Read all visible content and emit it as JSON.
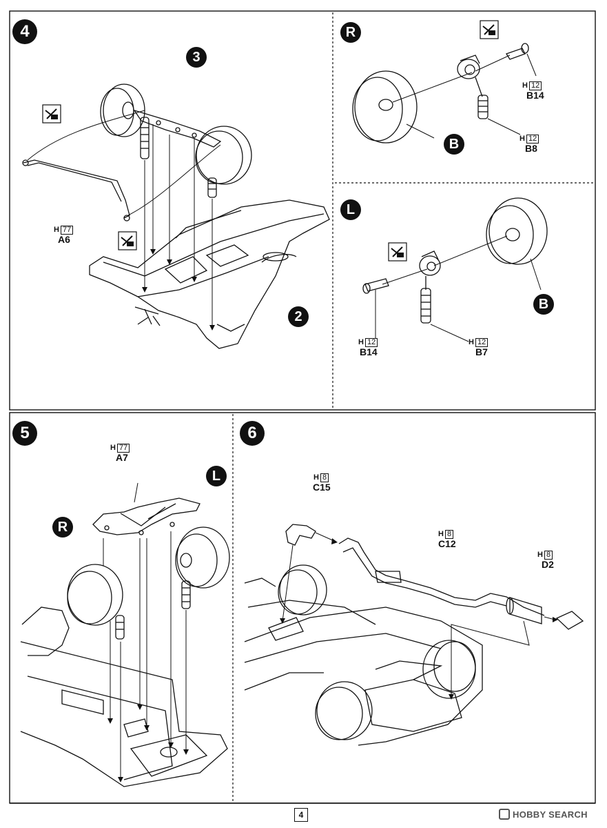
{
  "steps": {
    "s4": {
      "number": "4",
      "callouts": [
        "3",
        "2"
      ],
      "parts": [
        {
          "h": "H",
          "code": "77",
          "part": "A6"
        }
      ]
    },
    "s4R": {
      "letter": "R",
      "callout": "B",
      "parts": [
        {
          "h": "H",
          "code": "12",
          "part": "B14"
        },
        {
          "h": "H",
          "code": "12",
          "part": "B8"
        }
      ]
    },
    "s4L": {
      "letter": "L",
      "callout": "B",
      "parts": [
        {
          "h": "H",
          "code": "12",
          "part": "B14"
        },
        {
          "h": "H",
          "code": "12",
          "part": "B7"
        }
      ]
    },
    "s5": {
      "number": "5",
      "callouts": [
        "L",
        "R"
      ],
      "parts": [
        {
          "h": "H",
          "code": "77",
          "part": "A7"
        }
      ]
    },
    "s6": {
      "number": "6",
      "parts": [
        {
          "h": "H",
          "code": "8",
          "part": "C15"
        },
        {
          "h": "H",
          "code": "8",
          "part": "C12"
        },
        {
          "h": "H",
          "code": "8",
          "part": "D2"
        }
      ]
    }
  },
  "footer": {
    "page_number": "4",
    "watermark": "HOBBY SEARCH"
  }
}
